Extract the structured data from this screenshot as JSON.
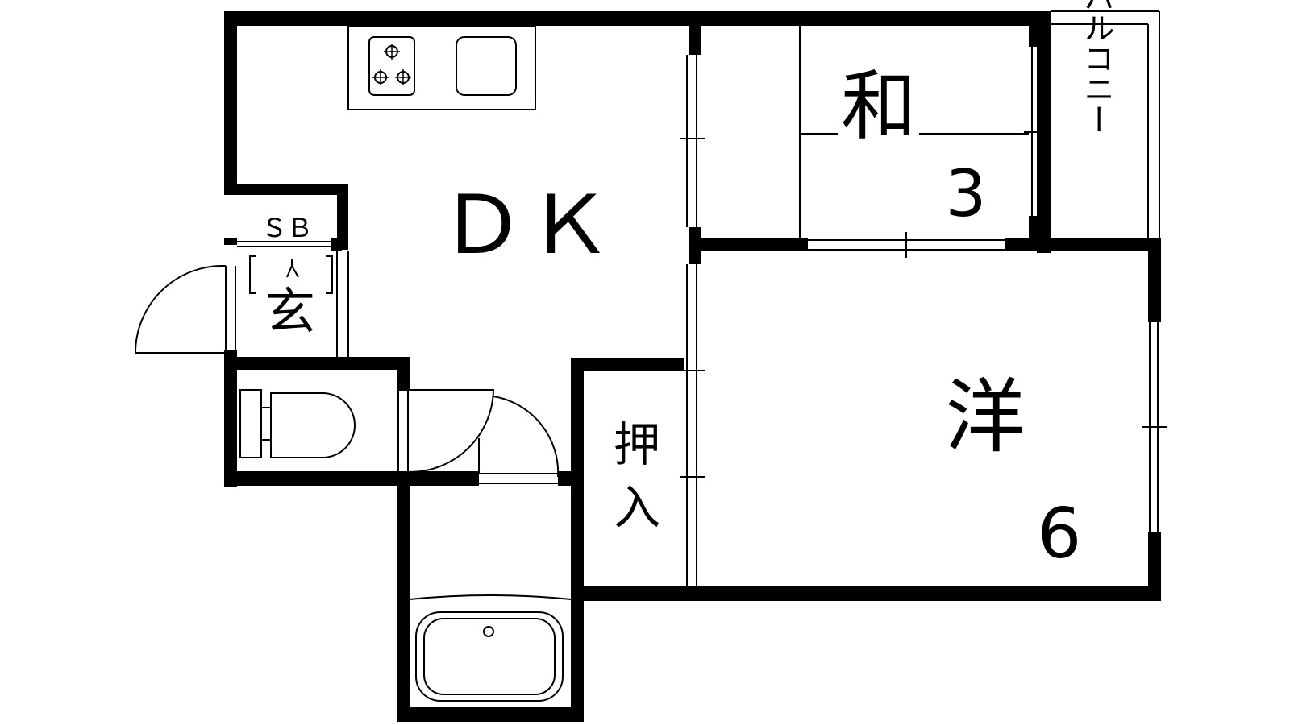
{
  "labels": {
    "dk": "ＤＫ",
    "shoe_box": "ＳＢ",
    "entrance": "玄",
    "japanese_room": "和",
    "japanese_size": "3",
    "western_room": "洋",
    "western_size": "6",
    "closet_line1": "押",
    "closet_line2": "入",
    "balcony": "バルコニー"
  },
  "colors": {
    "wall": "#000000",
    "background": "#ffffff"
  }
}
